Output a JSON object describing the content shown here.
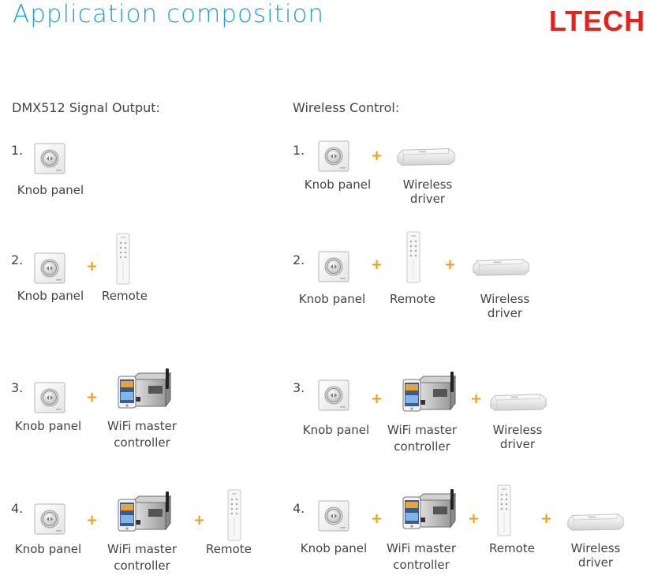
{
  "title": "Application composition",
  "logo_text": "LTECH",
  "brand_color": "#e5211b",
  "title_color": "#1a9fe0",
  "plus_color": "#f39c12",
  "plus_symbol": "+",
  "left_section": {
    "heading": "DMX512 Signal Output:",
    "rows": [
      {
        "number": "1.",
        "items": [
          {
            "label": "Knob panel",
            "icon": "knob-panel-icon"
          }
        ]
      },
      {
        "number": "2.",
        "items": [
          {
            "label": "Knob panel",
            "icon": "knob-panel-icon"
          },
          {
            "label": "Remote",
            "icon": "remote-icon"
          }
        ]
      },
      {
        "number": "3.",
        "items": [
          {
            "label": "Knob panel",
            "icon": "knob-panel-icon"
          },
          {
            "label": "WiFi master controller",
            "line1": "WiFi master",
            "line2": "controller",
            "icon": "wifi-controller-icon"
          }
        ]
      },
      {
        "number": "4.",
        "items": [
          {
            "label": "Knob panel",
            "icon": "knob-panel-icon"
          },
          {
            "label": "WiFi master controller",
            "line1": "WiFi master",
            "line2": "controller",
            "icon": "wifi-controller-icon"
          },
          {
            "label": "Remote",
            "icon": "remote-icon"
          }
        ]
      }
    ]
  },
  "right_section": {
    "heading": "Wireless Control:",
    "rows": [
      {
        "number": "1.",
        "items": [
          {
            "label": "Knob panel",
            "icon": "knob-panel-icon"
          },
          {
            "label": "Wireless driver",
            "line1": "Wireless",
            "line2": "driver",
            "icon": "wireless-driver-icon"
          }
        ]
      },
      {
        "number": "2.",
        "items": [
          {
            "label": "Knob panel",
            "icon": "knob-panel-icon"
          },
          {
            "label": "Remote",
            "icon": "remote-icon"
          },
          {
            "label": "Wireless driver",
            "line1": "Wireless",
            "line2": "driver",
            "icon": "wireless-driver-icon"
          }
        ]
      },
      {
        "number": "3.",
        "items": [
          {
            "label": "Knob panel",
            "icon": "knob-panel-icon"
          },
          {
            "label": "WiFi master controller",
            "line1": "WiFi master",
            "line2": "controller",
            "icon": "wifi-controller-icon"
          },
          {
            "label": "Wireless driver",
            "line1": "Wireless",
            "line2": "driver",
            "icon": "wireless-driver-icon"
          }
        ]
      },
      {
        "number": "4.",
        "items": [
          {
            "label": "Knob panel",
            "icon": "knob-panel-icon"
          },
          {
            "label": "WiFi master controller",
            "line1": "WiFi master",
            "line2": "controller",
            "icon": "wifi-controller-icon"
          },
          {
            "label": "Remote",
            "icon": "remote-icon"
          },
          {
            "label": "Wireless driver",
            "line1": "Wireless",
            "line2": "driver",
            "icon": "wireless-driver-icon"
          }
        ]
      }
    ]
  }
}
